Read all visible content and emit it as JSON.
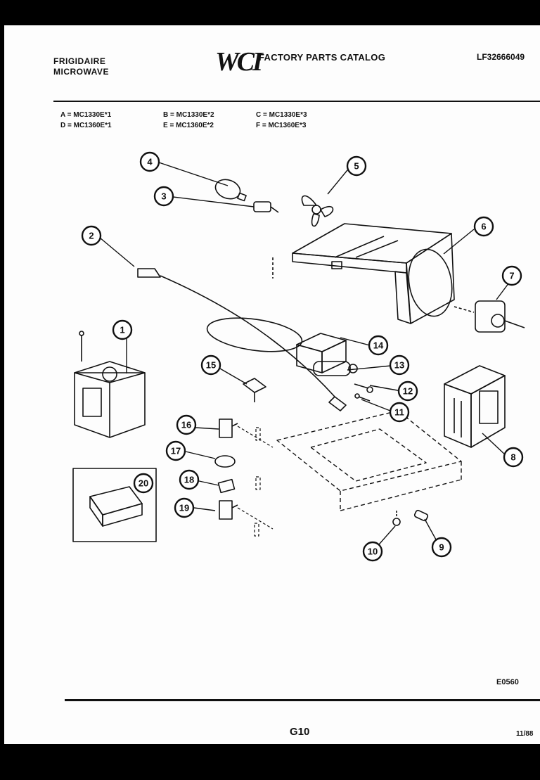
{
  "header": {
    "brand_line1": "FRIGIDAIRE",
    "brand_line2": "MICROWAVE",
    "logo": "WCI",
    "catalog_title": "FACTORY PARTS CATALOG",
    "catalog_number": "LF32666049"
  },
  "models": {
    "col1": [
      "A = MC1330E*1",
      "D = MC1360E*1"
    ],
    "col2": [
      "B = MC1330E*2",
      "E = MC1360E*2"
    ],
    "col3": [
      "C = MC1330E*3",
      "F = MC1360E*3"
    ]
  },
  "diagram": {
    "callouts": [
      "1",
      "2",
      "3",
      "4",
      "5",
      "6",
      "7",
      "8",
      "9",
      "10",
      "11",
      "12",
      "13",
      "14",
      "15",
      "16",
      "17",
      "18",
      "19",
      "20"
    ]
  },
  "footer": {
    "drawing_code": "E0560",
    "page_number": "G10",
    "date": "11/88"
  }
}
